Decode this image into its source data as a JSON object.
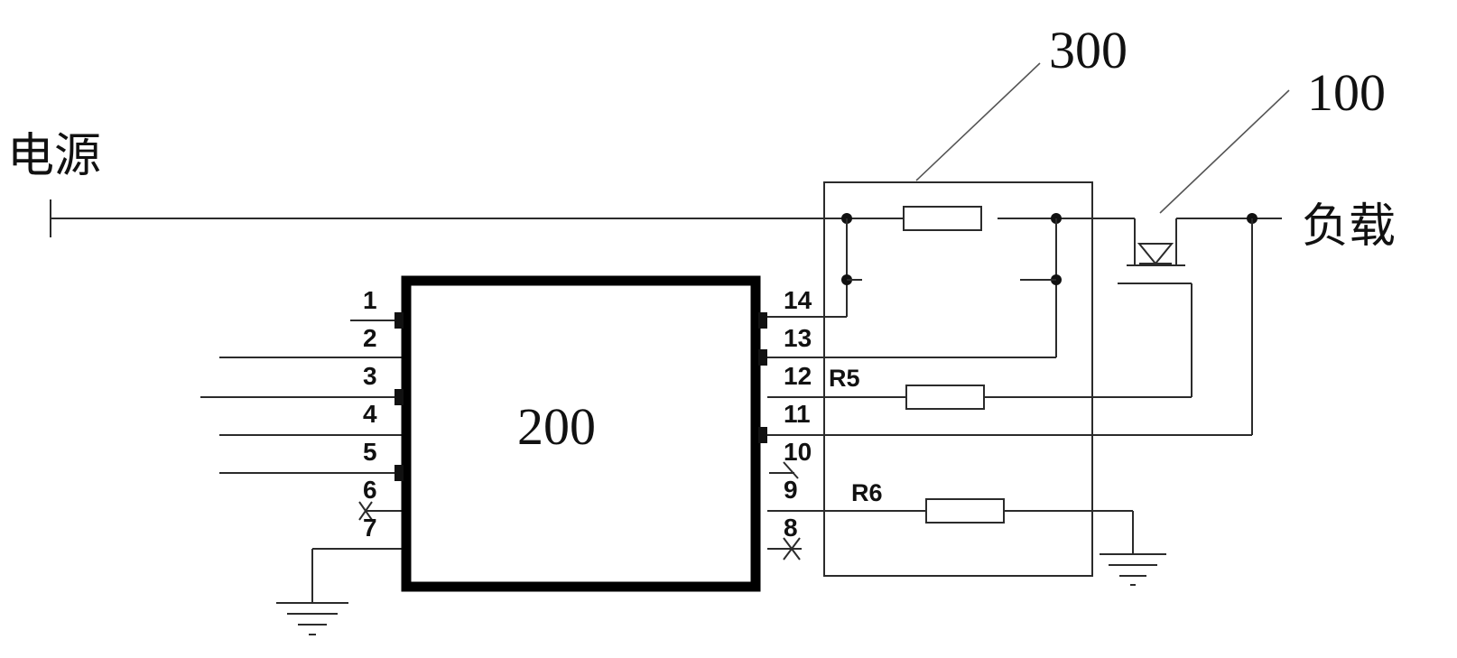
{
  "labels": {
    "power": "电源",
    "load": "负载",
    "chip": "200",
    "module": "300",
    "switch": "100",
    "r5": "R5",
    "r6": "R6"
  },
  "pins_left": [
    "1",
    "2",
    "3",
    "4",
    "5",
    "6",
    "7"
  ],
  "pins_right": [
    "14",
    "13",
    "12",
    "11",
    "10",
    "9",
    "8"
  ]
}
